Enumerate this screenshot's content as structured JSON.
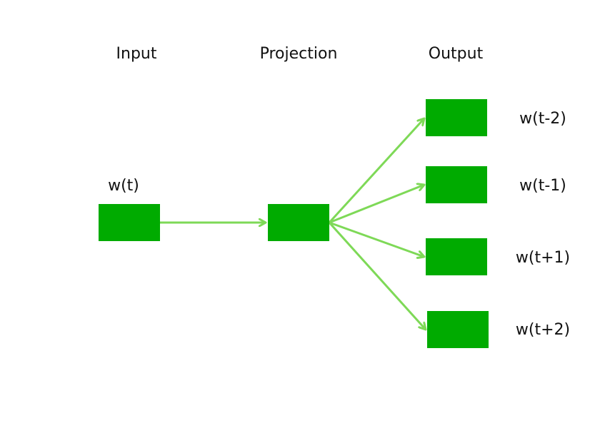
{
  "headers": {
    "input": "Input",
    "projection": "Projection",
    "output": "Output"
  },
  "input_word": "w(t)",
  "output_words": [
    "w(t-2)",
    "w(t-1)",
    "w(t+1)",
    "w(t+2)"
  ],
  "colors": {
    "box_fill": "#00ab00",
    "arrow": "#7ed957",
    "text": "#111111"
  }
}
